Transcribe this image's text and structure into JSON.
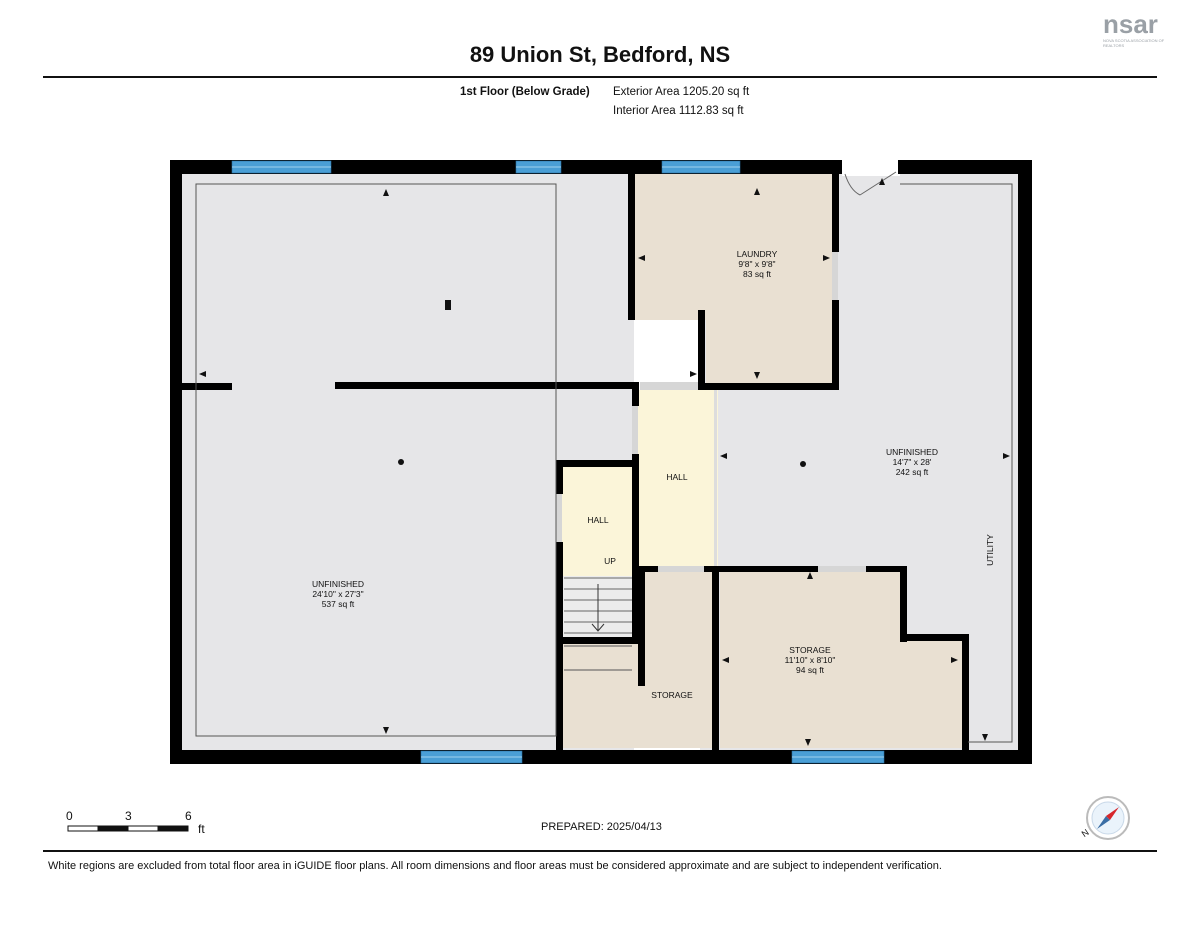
{
  "header": {
    "title": "89 Union St, Bedford, NS",
    "floor_label": "1st Floor (Below Grade)",
    "exterior_area": "Exterior Area 1205.20 sq ft",
    "interior_area": "Interior Area 1112.83 sq ft"
  },
  "logo": {
    "text": "nsar",
    "subtext": "NOVA SCOTIA ASSOCIATION OF REALTORS"
  },
  "rooms": {
    "laundry": {
      "name": "LAUNDRY",
      "dims": "9'8\" x 9'8\"",
      "area": "83 sq ft"
    },
    "unfinished_right": {
      "name": "UNFINISHED",
      "dims": "14'7\" x 28'",
      "area": "242 sq ft"
    },
    "unfinished_left": {
      "name": "UNFINISHED",
      "dims": "24'10\" x 27'3\"",
      "area": "537 sq ft"
    },
    "hall_upper": {
      "name": "HALL"
    },
    "hall_lower": {
      "name": "HALL"
    },
    "stairs": {
      "name": "UP"
    },
    "storage_right": {
      "name": "STORAGE",
      "dims": "11'10\" x 8'10\"",
      "area": "94 sq ft"
    },
    "storage_left": {
      "name": "STORAGE"
    },
    "utility": {
      "name": "UTILITY"
    }
  },
  "scale": {
    "ticks": [
      "0",
      "3",
      "6"
    ],
    "unit": "ft"
  },
  "prepared": "PREPARED: 2025/04/13",
  "compass": {
    "label": "N"
  },
  "footer": "White regions are excluded from total floor area in iGUIDE floor plans. All room dimensions and floor areas must be considered approximate and are subject to independent verification.",
  "colors": {
    "wall": "#000000",
    "window": "#4a9fd6",
    "unfinished": "#e6e6e8",
    "laundry": "#e9e0d2",
    "hall": "#fbf5d9",
    "storage": "#e9e0d2"
  }
}
